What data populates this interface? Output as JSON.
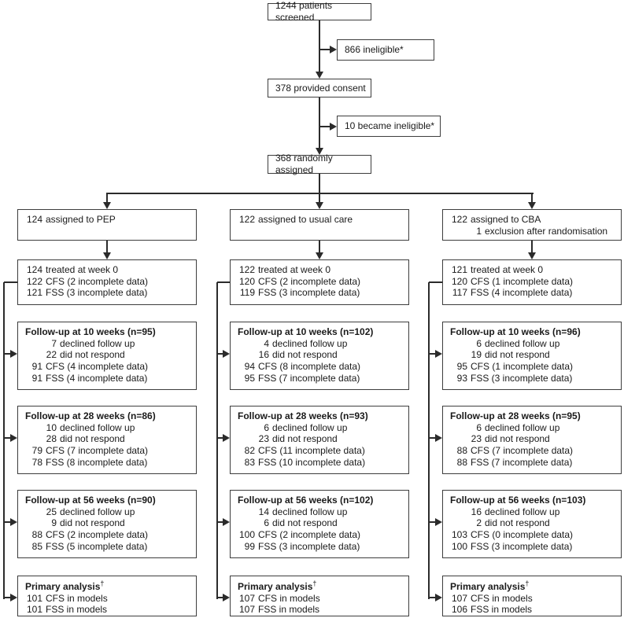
{
  "figure": {
    "top": {
      "screened": "1244 patients screened",
      "ineligible": "866 ineligible*",
      "consent": "378 provided consent",
      "became_ineligible": "10 became ineligible*",
      "randomised": "368 randomly assigned"
    },
    "columns": [
      {
        "id": "pep",
        "assigned": {
          "lines": [
            {
              "n": "124",
              "t": "assigned to PEP"
            }
          ]
        },
        "treated": {
          "lines": [
            {
              "n": "124",
              "t": "treated at week 0"
            },
            {
              "n": "122",
              "t": "CFS (2 incomplete data)"
            },
            {
              "n": "121",
              "t": "FSS (3 incomplete data)"
            }
          ]
        },
        "follow10": {
          "title": "Follow-up at 10 weeks (n=95)",
          "lines": [
            {
              "n": "7",
              "t": "declined follow up",
              "sub": true
            },
            {
              "n": "22",
              "t": "did not respond",
              "sub": true
            },
            {
              "n": "91",
              "t": "CFS (4 incomplete data)"
            },
            {
              "n": "91",
              "t": "FSS (4 incomplete data)"
            }
          ]
        },
        "follow28": {
          "title": "Follow-up at 28 weeks (n=86)",
          "lines": [
            {
              "n": "10",
              "t": "declined follow up",
              "sub": true
            },
            {
              "n": "28",
              "t": "did not respond",
              "sub": true
            },
            {
              "n": "79",
              "t": "CFS (7 incomplete data)"
            },
            {
              "n": "78",
              "t": "FSS (8 incomplete data)"
            }
          ]
        },
        "follow56": {
          "title": "Follow-up at 56 weeks (n=90)",
          "lines": [
            {
              "n": "25",
              "t": "declined follow up",
              "sub": true
            },
            {
              "n": "9",
              "t": "did not respond",
              "sub": true
            },
            {
              "n": "88",
              "t": "CFS (2 incomplete data)"
            },
            {
              "n": "85",
              "t": "FSS (5 incomplete data)"
            }
          ]
        },
        "primary": {
          "title": "Primary analysis",
          "title_sup": "†",
          "lines": [
            {
              "n": "101",
              "t": "CFS in models"
            },
            {
              "n": "101",
              "t": "FSS in models"
            }
          ]
        }
      },
      {
        "id": "usual-care",
        "assigned": {
          "lines": [
            {
              "n": "122",
              "t": "assigned to usual care"
            }
          ]
        },
        "treated": {
          "lines": [
            {
              "n": "122",
              "t": "treated at week 0"
            },
            {
              "n": "120",
              "t": "CFS (2 incomplete data)"
            },
            {
              "n": "119",
              "t": "FSS (3 incomplete data)"
            }
          ]
        },
        "follow10": {
          "title": "Follow-up at 10 weeks (n=102)",
          "lines": [
            {
              "n": "4",
              "t": "declined follow up",
              "sub": true
            },
            {
              "n": "16",
              "t": "did not respond",
              "sub": true
            },
            {
              "n": "94",
              "t": "CFS (8 incomplete data)"
            },
            {
              "n": "95",
              "t": "FSS (7 incomplete data)"
            }
          ]
        },
        "follow28": {
          "title": "Follow-up at 28 weeks (n=93)",
          "lines": [
            {
              "n": "6",
              "t": "declined follow up",
              "sub": true
            },
            {
              "n": "23",
              "t": "did not respond",
              "sub": true
            },
            {
              "n": "82",
              "t": "CFS (11 incomplete data)"
            },
            {
              "n": "83",
              "t": "FSS (10 incomplete data)"
            }
          ]
        },
        "follow56": {
          "title": "Follow-up at 56 weeks (n=102)",
          "lines": [
            {
              "n": "14",
              "t": "declined follow up",
              "sub": true
            },
            {
              "n": "6",
              "t": "did not respond",
              "sub": true
            },
            {
              "n": "100",
              "t": "CFS (2 incomplete data)"
            },
            {
              "n": "99",
              "t": "FSS (3 incomplete data)"
            }
          ]
        },
        "primary": {
          "title": "Primary analysis",
          "title_sup": "†",
          "lines": [
            {
              "n": "107",
              "t": "CFS in models"
            },
            {
              "n": "107",
              "t": "FSS in models"
            }
          ]
        }
      },
      {
        "id": "cba",
        "assigned": {
          "lines": [
            {
              "n": "122",
              "t": "assigned to CBA"
            },
            {
              "n": "1",
              "t": "exclusion after randomisation",
              "sub": true
            }
          ]
        },
        "treated": {
          "lines": [
            {
              "n": "121",
              "t": "treated at week 0"
            },
            {
              "n": "120",
              "t": "CFS (1 incomplete data)"
            },
            {
              "n": "117",
              "t": "FSS (4 incomplete data)"
            }
          ]
        },
        "follow10": {
          "title": "Follow-up at 10 weeks (n=96)",
          "lines": [
            {
              "n": "6",
              "t": "declined follow up",
              "sub": true
            },
            {
              "n": "19",
              "t": "did not respond",
              "sub": true
            },
            {
              "n": "95",
              "t": "CFS (1 incomplete data)"
            },
            {
              "n": "93",
              "t": "FSS (3 incomplete data)"
            }
          ]
        },
        "follow28": {
          "title": "Follow-up at 28 weeks (n=95)",
          "lines": [
            {
              "n": "6",
              "t": "declined follow up",
              "sub": true
            },
            {
              "n": "23",
              "t": "did not respond",
              "sub": true
            },
            {
              "n": "88",
              "t": "CFS (7 incomplete data)"
            },
            {
              "n": "88",
              "t": "FSS (7 incomplete data)"
            }
          ]
        },
        "follow56": {
          "title": "Follow-up at 56 weeks (n=103)",
          "lines": [
            {
              "n": "16",
              "t": "declined follow up",
              "sub": true
            },
            {
              "n": "2",
              "t": "did not respond",
              "sub": true
            },
            {
              "n": "103",
              "t": "CFS (0 incomplete data)"
            },
            {
              "n": "100",
              "t": "FSS (3 incomplete data)"
            }
          ]
        },
        "primary": {
          "title": "Primary analysis",
          "title_sup": "†",
          "lines": [
            {
              "n": "107",
              "t": "CFS in models"
            },
            {
              "n": "106",
              "t": "FSS in models"
            }
          ]
        }
      }
    ]
  }
}
